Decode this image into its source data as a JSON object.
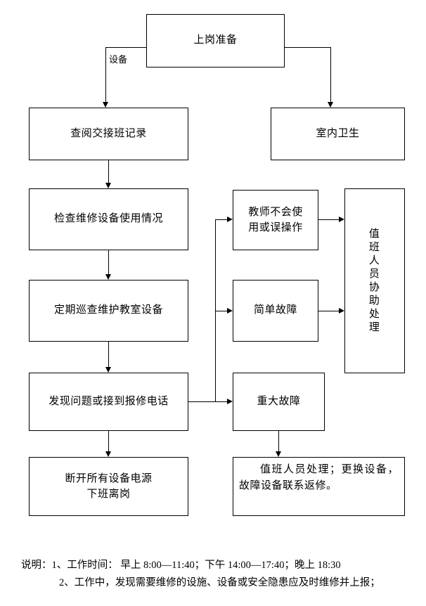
{
  "diagram": {
    "title_node": "上岗准备",
    "edge_labels": {
      "equipment": "设备"
    },
    "nodes": {
      "start": "上岗准备",
      "indoor_hygiene": "室内卫生",
      "review_handover_log": "查阅交接班记录",
      "check_repair_equipment": "检查维修设备使用情况",
      "routine_inspection": "定期巡查维护教室设备",
      "found_problem_or_call": "发现问题或接到报修电话",
      "teacher_misuse": "教师不会使用或误操作",
      "simple_fault": "简单故障",
      "major_fault": "重大故障",
      "duty_staff_assist": "值班人员协助处理",
      "power_off_leave": "断开所有设备电源\n下班离岗",
      "duty_staff_handle": "值班人员处理；更换设备，故障设备联系返修。"
    },
    "node_lines": {
      "teacher_misuse_l1": "教师不会使",
      "teacher_misuse_l2": "用或误操作",
      "power_off_leave_l1": "断开所有设备电源",
      "power_off_leave_l2": "下班离岗",
      "duty_staff_handle_text": "值班人员处理；更换设备，故障设备联系返修。"
    },
    "notes": {
      "line1": "说明：1、工作时间： 早上 8:00—11:40；下午 14:00—17:40；晚上 18:30",
      "line2": "2、工作中，发现需要维修的设施、设备或安全隐患应及时维修并上报；"
    },
    "colors": {
      "stroke": "#000000",
      "background": "#ffffff",
      "text": "#000000"
    }
  }
}
